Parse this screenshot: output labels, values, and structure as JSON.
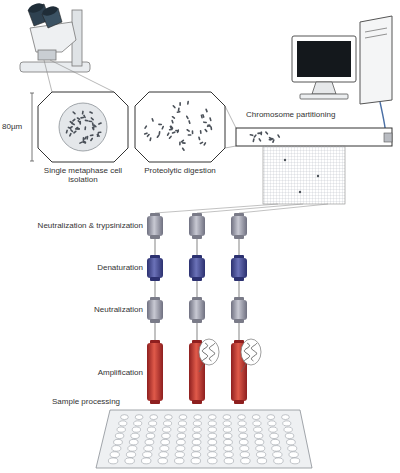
{
  "diagram": {
    "labels": [
      "80µm",
      "Single metaphase cell isolation",
      "Proteolytic digestion",
      "Chromosome partitioning",
      "Neutralization & trypsinization",
      "Denaturation",
      "Neutralization",
      "Amplification",
      "Sample processing"
    ]
  }
}
